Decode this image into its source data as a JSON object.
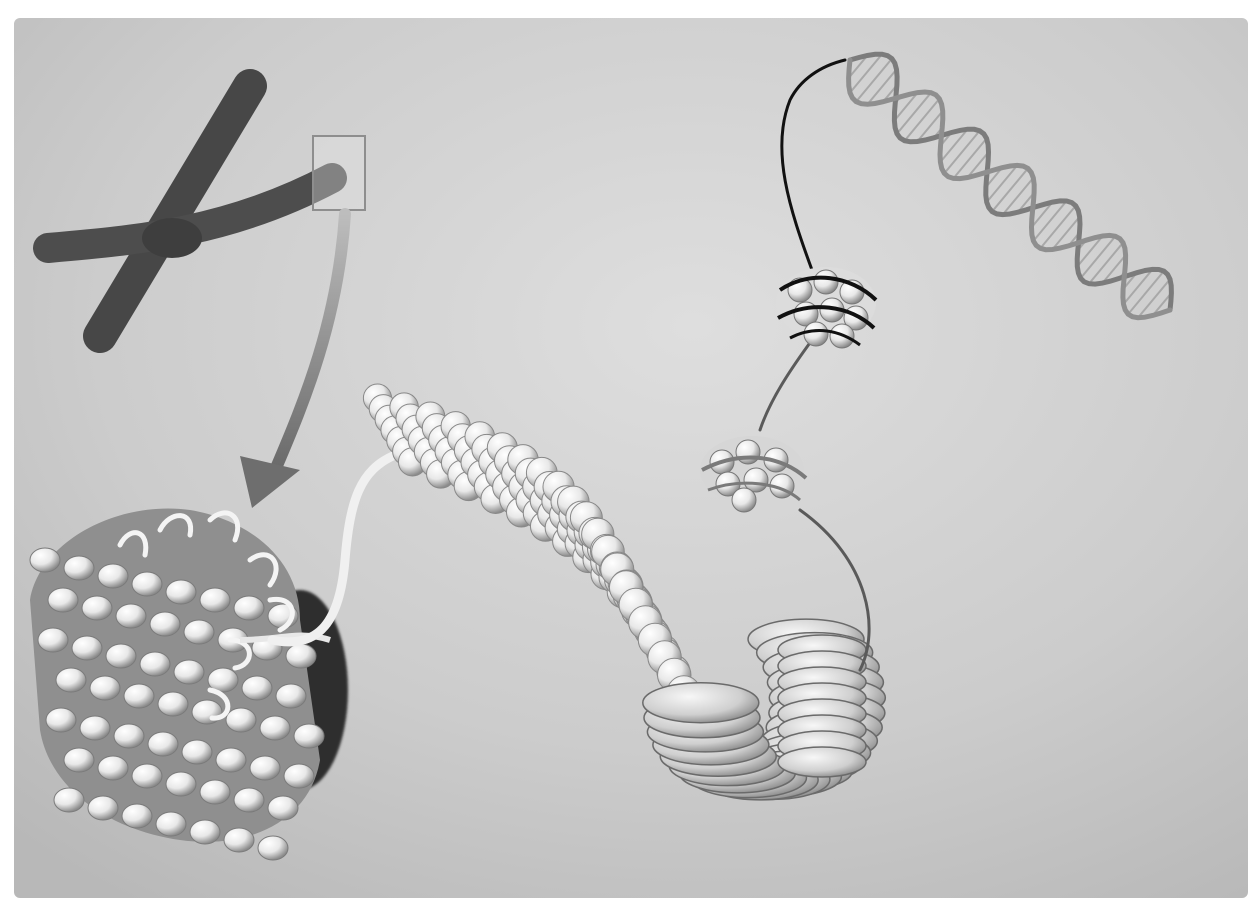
{
  "figure": {
    "title": "",
    "caption": "",
    "colors": {
      "paper": "#ffffff",
      "background": "#c7c7c7",
      "background_light": "#dcdcdc",
      "chromosome": "#4a4a4a",
      "fiber_bead": "#f2f2f2",
      "fiber_shadow": "#8a8a8a",
      "dna_strand": "#1c1c1c",
      "helix": "#8c8c8c",
      "arrow": "#7a7a7a"
    },
    "components": [
      {
        "id": "chromosome",
        "icon": "x-shaped-chromosome"
      },
      {
        "id": "zoom-box",
        "icon": "square-outline"
      },
      {
        "id": "arrow",
        "icon": "curved-down-arrow"
      },
      {
        "id": "supercoiled-fiber",
        "icon": "coiled-bead-cylinder"
      },
      {
        "id": "solenoid-fiber",
        "icon": "beaded-tube"
      },
      {
        "id": "nucleosome-stack",
        "icon": "stacked-discs"
      },
      {
        "id": "nucleosome-upper",
        "icon": "bead-cluster"
      },
      {
        "id": "nucleosome-lower",
        "icon": "bead-cluster"
      },
      {
        "id": "dna-double-helix",
        "icon": "double-helix"
      }
    ]
  }
}
